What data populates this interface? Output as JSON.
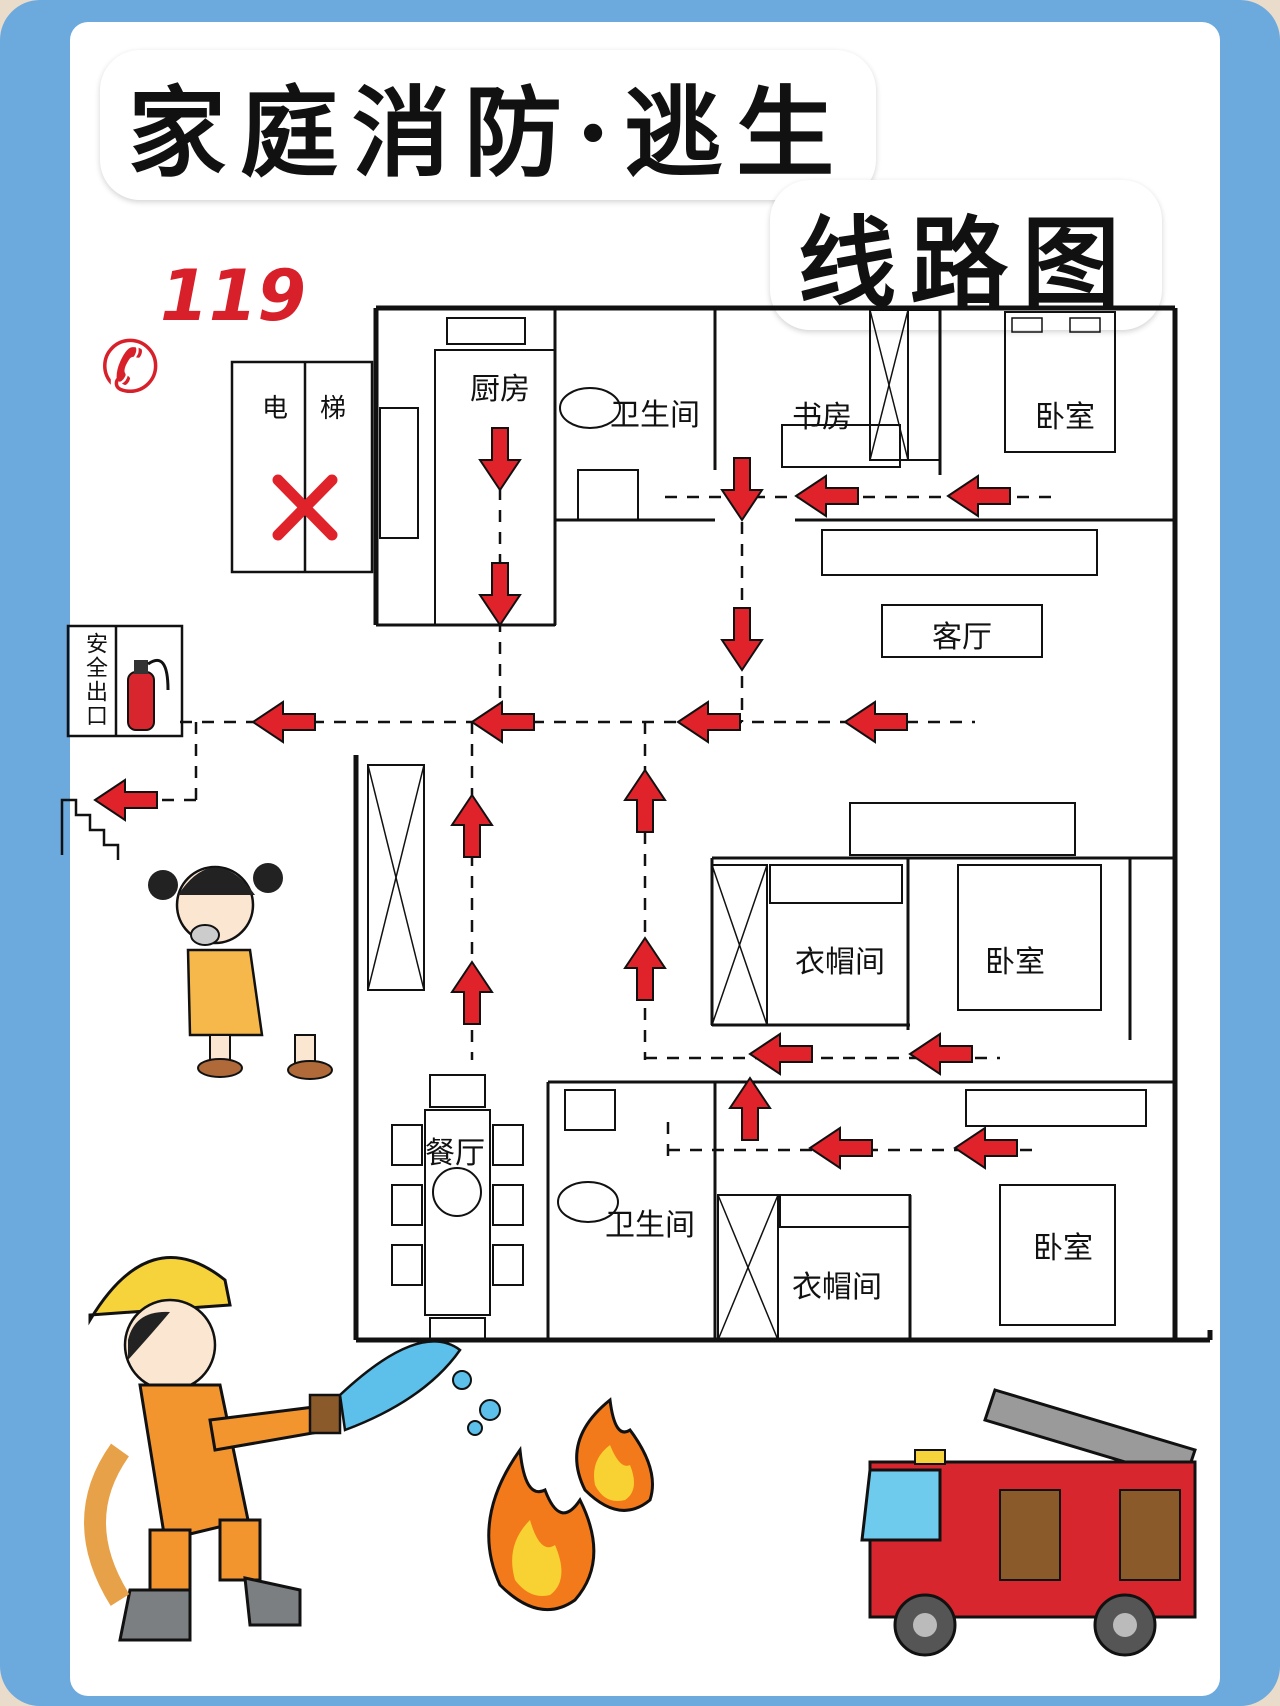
{
  "title": {
    "line1": "家庭消防·逃生",
    "line2": "线路图"
  },
  "emergency": {
    "number": "119",
    "icon": "phone-icon"
  },
  "rooms": {
    "elevator_left": "电",
    "elevator_right": "梯",
    "kitchen": "厨房",
    "bathroom_top": "卫生间",
    "study": "书房",
    "bedroom_top": "卧室",
    "living_room": "客厅",
    "safe_exit": "安全出口",
    "cloakroom_middle": "衣帽间",
    "bedroom_middle": "卧室",
    "dining": "餐厅",
    "bathroom_bottom": "卫生间",
    "cloakroom_bottom": "衣帽间",
    "bedroom_bottom": "卧室"
  },
  "colors": {
    "arrow": "#e0232b",
    "wall": "#111111",
    "frame": "#6ca9dd",
    "helmet": "#f6d23b",
    "firefighter_suit": "#f2952e",
    "truck": "#d8262e",
    "water": "#5cc0ea",
    "flame": "#f37a1b"
  },
  "icons": [
    "phone-icon",
    "fire-extinguisher-icon",
    "stairs-icon",
    "elevator-blocked-icon",
    "fire-truck-icon",
    "flame-icon",
    "girl-icon",
    "firefighter-icon"
  ]
}
